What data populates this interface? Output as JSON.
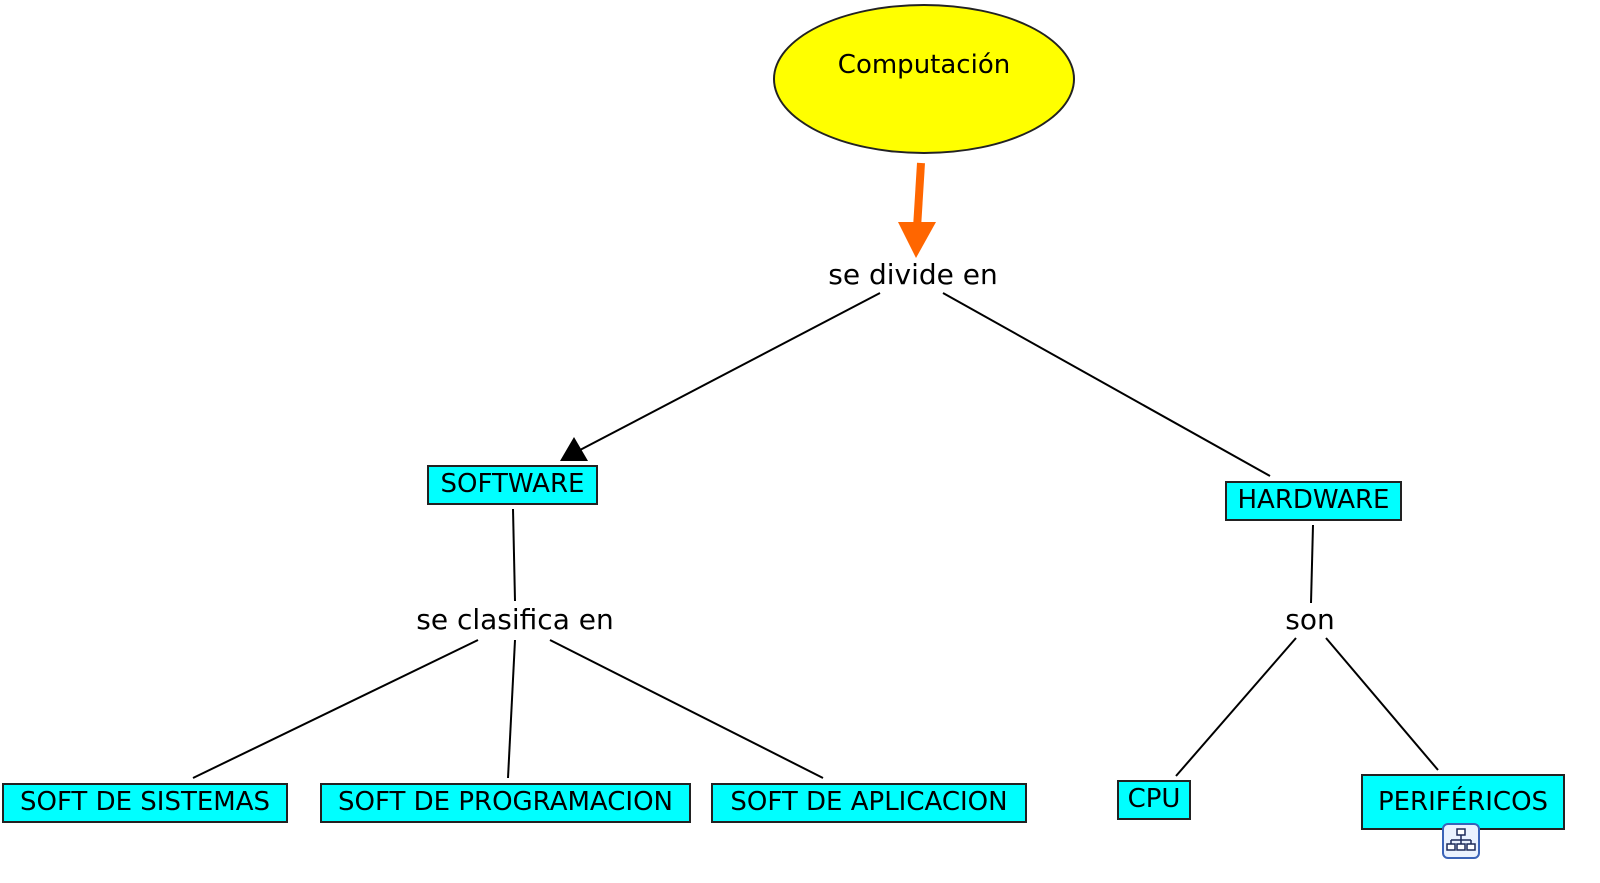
{
  "colors": {
    "root_fill": "#ffff00",
    "concept_fill": "#00ffff",
    "line": "#000000",
    "root_arrow": "#ff6600"
  },
  "concepts": {
    "root": "Computación",
    "software": "SOFTWARE",
    "hardware": "HARDWARE",
    "soft_sistemas": "SOFT DE SISTEMAS",
    "soft_programacion": "SOFT DE PROGRAMACION",
    "soft_aplicacion": "SOFT DE APLICACION",
    "cpu": "CPU",
    "perifericos": "PERIFÉRICOS"
  },
  "links": {
    "divide": "se divide en",
    "clasifica": "se clasifica en",
    "son": "son"
  },
  "icons": {
    "submap": "submap-icon"
  }
}
